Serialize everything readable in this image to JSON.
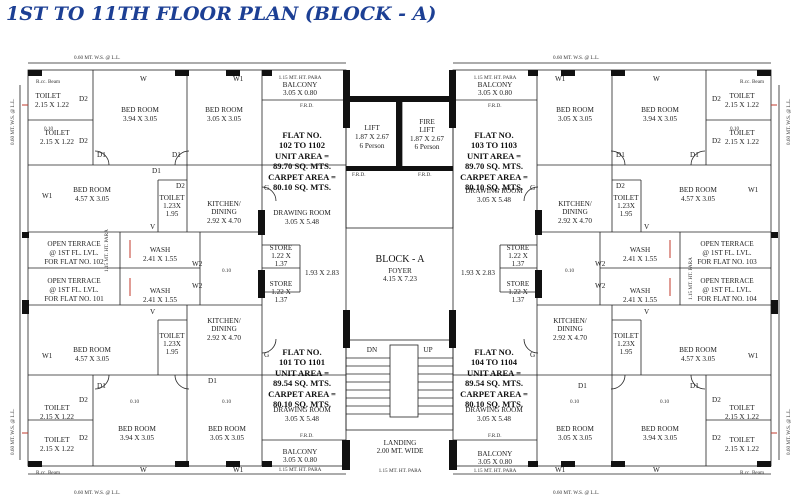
{
  "title": "1ST TO 11TH FLOOR PLAN (BLOCK - A)",
  "core": {
    "lift": {
      "name": "LIFT",
      "size": "1.87 X 2.67",
      "cap": "6 Person"
    },
    "fire_lift": {
      "name": "FIRE",
      "name2": "LIFT",
      "size": "1.87 X 2.67",
      "cap": "6 Person"
    },
    "block": "BLOCK - A",
    "foyer": "FOYER",
    "foyer_size": "4.15 X 7.23",
    "corridor_left": "1.93 X 2.83",
    "corridor_right": "1.93 X 2.83",
    "dn": "DN",
    "up": "UP",
    "landing": "LANDING",
    "landing_size": "2.00 MT. WIDE",
    "stair_para": "1.15 MT. HT. PARA"
  },
  "flats": {
    "tl": {
      "no1": "FLAT NO.",
      "no2": "102 TO 1102",
      "area": "UNIT AREA =",
      "area_val": "89.70 SQ. MTS.",
      "carpet": "CARPET AREA =",
      "carpet_val": "80.10 SQ. MTS."
    },
    "tr": {
      "no1": "FLAT NO.",
      "no2": "103 TO 1103",
      "area": "UNIT AREA =",
      "area_val": "89.70 SQ. MTS.",
      "carpet": "CARPET AREA =",
      "carpet_val": "80.10 SQ. MTS."
    },
    "bl": {
      "no1": "FLAT NO.",
      "no2": "101 TO 1101",
      "area": "UNIT AREA =",
      "area_val": "89.54 SQ. MTS.",
      "carpet": "CARPET AREA =",
      "carpet_val": "80.10 SQ. MTS."
    },
    "br": {
      "no1": "FLAT NO.",
      "no2": "104 TO 1104",
      "area": "UNIT AREA =",
      "area_val": "89.54 SQ. MTS.",
      "carpet": "CARPET AREA =",
      "carpet_val": "80.10 SQ. MTS."
    }
  },
  "rooms": {
    "bed_room": "BED ROOM",
    "toilet": "TOILET",
    "kitchen": "KITCHEN/",
    "dining": "DINING",
    "wash": "WASH",
    "store": "STORE",
    "drawing": "DRAWING ROOM",
    "balcony": "BALCONY",
    "open_terrace": "OPEN TERRACE",
    "terrace_level": "@ 1ST FL. LVL.",
    "for_102": "FOR FLAT NO. 102",
    "for_101": "FOR FLAT NO. 101",
    "for_103": "FOR FLAT NO. 103",
    "for_104": "FOR FLAT NO. 104",
    "dims": {
      "bed_corner": "3.94 X 3.05",
      "bed_inner": "3.05 X 3.05",
      "bed_side": "4.57 X 3.05",
      "toilet_a": "2.15 X 1.22",
      "toilet_b": "1.23X",
      "toilet_b2": "1.95",
      "kitchen": "2.92 X 4.70",
      "wash": "2.41 X 1.55",
      "store": "1.22 X",
      "store2": "1.37",
      "drawing": "3.05 X 5.48",
      "balcony": "3.05 X 0.80",
      "terrace": "1.15 MT. HT. PARA"
    }
  },
  "marks": {
    "ws": "0.60 MT. W.S. @ L.L.",
    "ht_para": "1.15 MT. HT. PARA",
    "rcc": "R.cc. Beam",
    "wall": "0.10",
    "w": "W",
    "w1": "W1",
    "w2": "W2",
    "d1": "D1",
    "d2": "D2",
    "g": "G",
    "v": "V",
    "frd": "F.R.D."
  }
}
